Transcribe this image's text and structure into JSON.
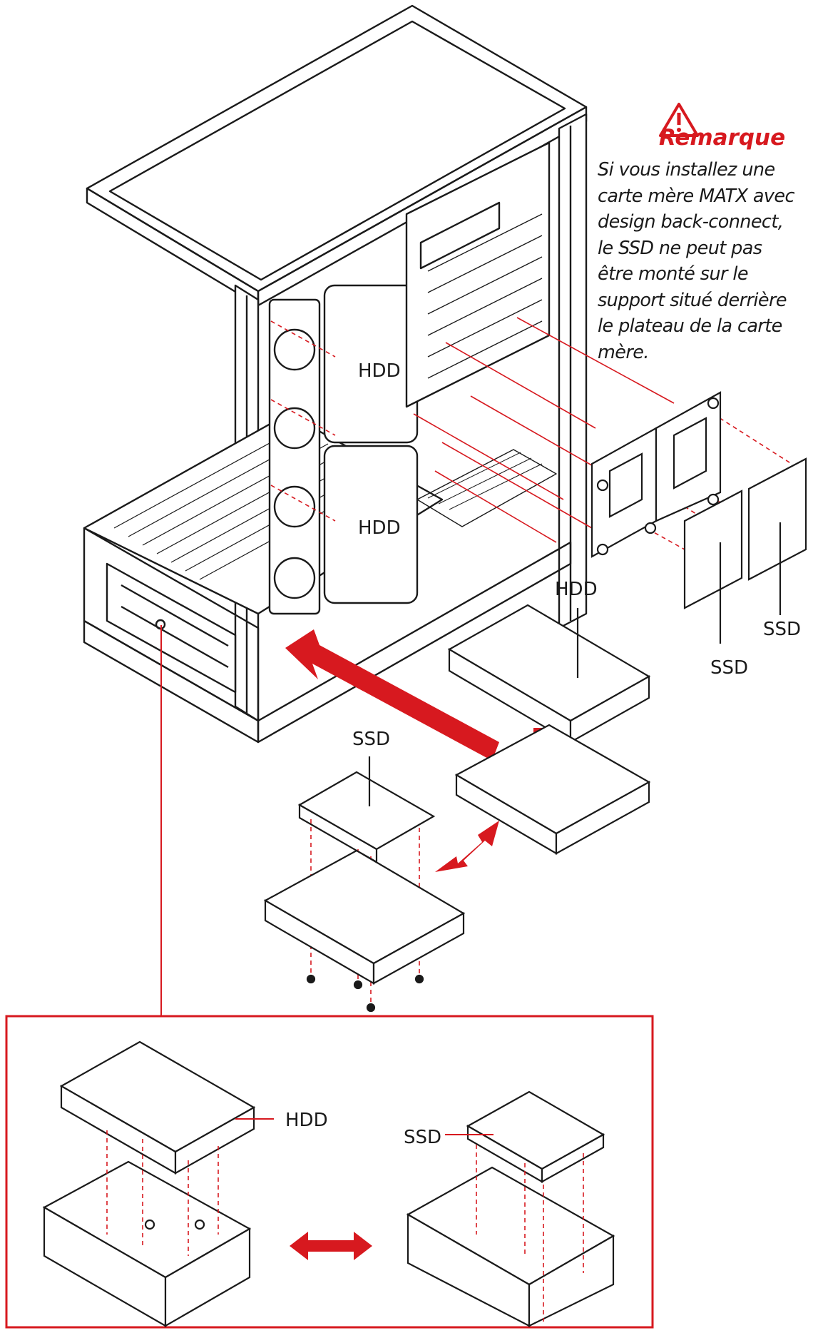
{
  "note": {
    "title": "Remarque",
    "lines": [
      "Si vous installez une",
      "carte mère MATX avec",
      "design back-connect,",
      "le SSD ne peut pas",
      "être monté sur le",
      "support situé derrière",
      "le plateau de la carte",
      "mère."
    ]
  },
  "labels": {
    "hdd_upper": "HDD",
    "hdd_lower": "HDD",
    "hdd_tray": "HDD",
    "ssd_rear_1": "SSD",
    "ssd_rear_2": "SSD",
    "ssd_tray": "SSD",
    "hdd_inset": "HDD",
    "ssd_inset": "SSD"
  },
  "colors": {
    "accent": "#d7191f",
    "line": "#1a1a1a",
    "dashed": "#d7191f"
  },
  "icons": [
    "warning-icon"
  ]
}
